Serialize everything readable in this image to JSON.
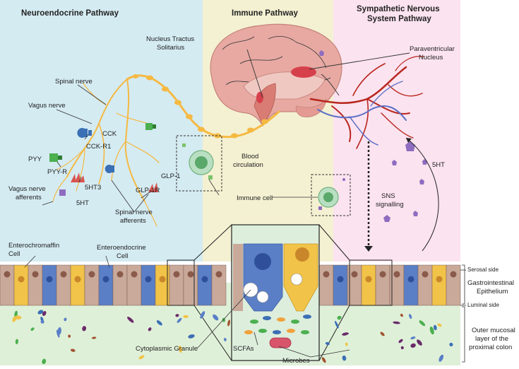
{
  "headers": {
    "neuroendocrine": "Neuroendocrine Pathway",
    "immune": "Immune Pathway",
    "sympathetic_line1": "Sympathetic Nervous",
    "sympathetic_line2": "System Pathway"
  },
  "labels": {
    "nucleus_tractus_1": "Nucleus Tractus",
    "nucleus_tractus_2": "Solitarius",
    "paraventricular_1": "Paraventricular",
    "paraventricular_2": "Nucleus",
    "spinal_nerve": "Spinal nerve",
    "vagus_nerve": "Vagus nerve",
    "cck": "CCK",
    "cck_r1": "CCK-R1",
    "pyy": "PYY",
    "pyy_r": "PYY-R",
    "vagus_afferents_1": "Vagus nerve",
    "vagus_afferents_2": "afferents",
    "ht3": "5HT3",
    "ht_left": "5HT",
    "glp1": "GLP-1",
    "glp1r": "GLP-1R",
    "spinal_afferents_1": "Spinal nerve",
    "spinal_afferents_2": "afferents",
    "blood_circ_1": "Blood",
    "blood_circ_2": "circulation",
    "immune_cell": "Immune cell",
    "ht_right": "5HT",
    "sns_1": "SNS",
    "sns_2": "signalling",
    "enterochromaffin_1": "Enterochromaffin",
    "enterochromaffin_2": "Cell",
    "enteroendocrine_1": "Enteroendocrine",
    "enteroendocrine_2": "Cell",
    "serosal": "Serosal side",
    "gi_epithelium_1": "Gastrointestinal",
    "gi_epithelium_2": "Epithelium",
    "luminal": "Luminal side",
    "outer_1": "Outer mucosal",
    "outer_2": "layer of the",
    "outer_3": "proximal colon",
    "cytoplasmic_granule": "Cytoplasmic Granule",
    "scfas": "SCFAs",
    "microbes": "Microbes"
  },
  "colors": {
    "neuro_panel": "#d4ebf2",
    "immune_panel": "#f4f1d2",
    "sns_panel": "#fbe3ef",
    "lumen": "#dff0d8",
    "nerve": "#f5b942",
    "cell_tan": "#c9a99a",
    "cell_blue": "#5a7fc7",
    "cell_yellow": "#f1c348",
    "brain": "#e7a9a2",
    "vessel_red": "#b8261e",
    "vessel_blue": "#5b6fc7"
  }
}
